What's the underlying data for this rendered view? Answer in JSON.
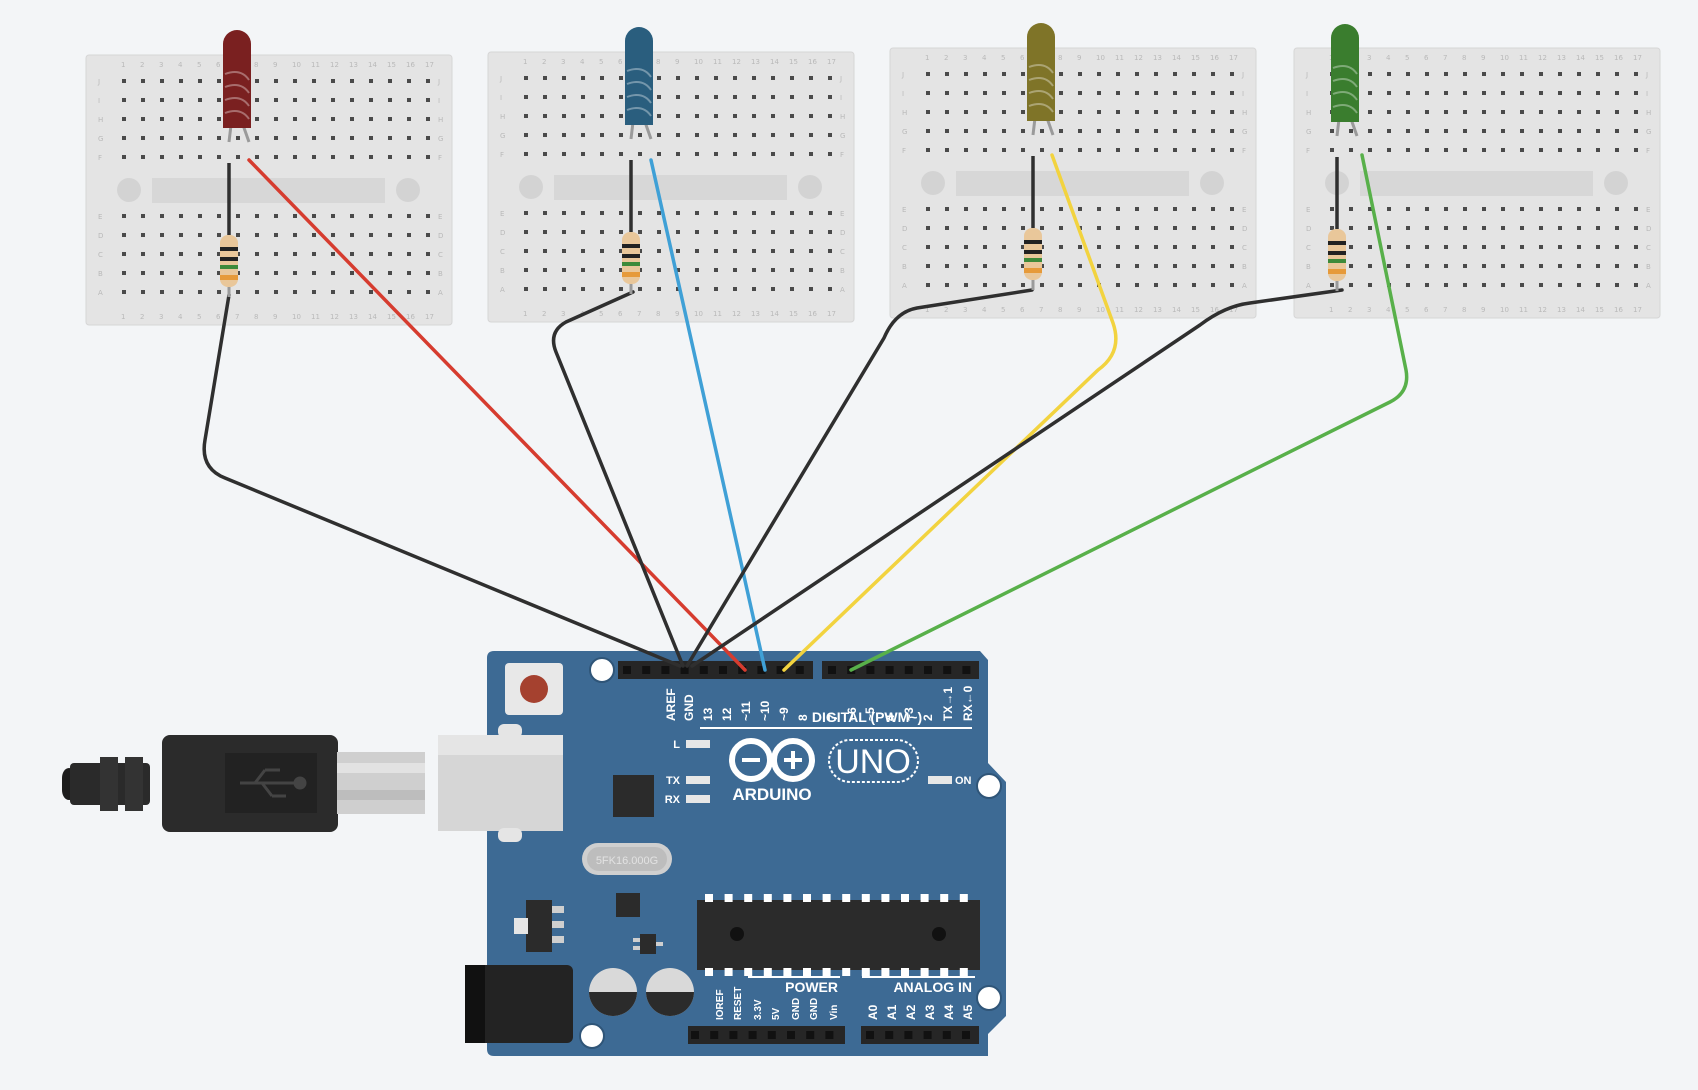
{
  "board": {
    "brand": "ARDUINO",
    "model": "UNO",
    "crystal": "5FK16.000G",
    "header_digital": "DIGITAL (PWM~)",
    "header_power": "POWER",
    "header_analog": "ANALOG IN",
    "top_pins": [
      "AREF",
      "GND",
      "13",
      "12",
      "~11",
      "~10",
      "~9",
      "8",
      "7",
      "~6",
      "~5",
      "4",
      "~3",
      "2",
      "TX→1",
      "RX←0"
    ],
    "power_pins": [
      "IOREF",
      "RESET",
      "3.3V",
      "5V",
      "GND",
      "GND",
      "Vin"
    ],
    "analog_pins": [
      "A0",
      "A1",
      "A2",
      "A3",
      "A4",
      "A5"
    ],
    "led_labels": {
      "l": "L",
      "tx": "TX",
      "rx": "RX",
      "on": "ON"
    }
  },
  "breadboard": {
    "row_letters_top": [
      "J",
      "I",
      "H",
      "G",
      "F"
    ],
    "row_letters_bottom": [
      "E",
      "D",
      "C",
      "B",
      "A"
    ],
    "column_numbers": [
      "1",
      "2",
      "3",
      "4",
      "5",
      "6",
      "7",
      "8",
      "9",
      "10",
      "11",
      "12",
      "13",
      "14",
      "15",
      "16",
      "17"
    ]
  },
  "leds": [
    {
      "name": "red",
      "color": "#7a2020",
      "wire": "#d63c2f"
    },
    {
      "name": "blue",
      "color": "#2a5e7e",
      "wire": "#3fa0d6"
    },
    {
      "name": "yellow",
      "color": "#7f7428",
      "wire": "#f2d33f"
    },
    {
      "name": "green",
      "color": "#3a7d2e",
      "wire": "#58b04a"
    }
  ],
  "colors": {
    "background": "#f3f5f7",
    "board_blue": "#3d6a94",
    "breadboard": "#e4e4e4",
    "ground_wire": "#2f2f2f"
  }
}
